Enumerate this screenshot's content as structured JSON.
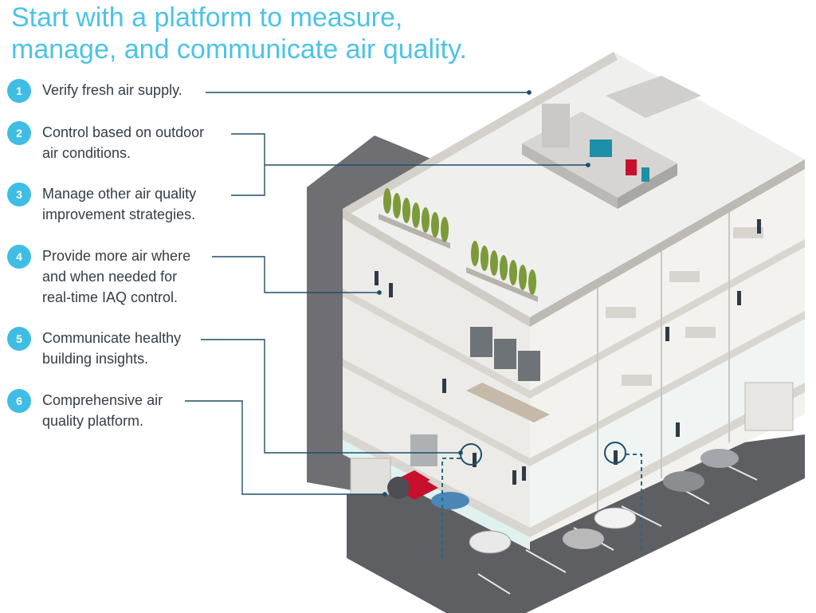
{
  "title": {
    "line1": "Start with a platform to measure,",
    "line2": "manage, and communicate air quality."
  },
  "steps": [
    {
      "number": "1",
      "lines": [
        "Verify fresh air supply."
      ]
    },
    {
      "number": "2",
      "lines": [
        "Control based on outdoor",
        "air conditions."
      ]
    },
    {
      "number": "3",
      "lines": [
        "Manage other air quality",
        "improvement strategies."
      ]
    },
    {
      "number": "4",
      "lines": [
        "Provide more air where",
        "and when needed for",
        "real-time IAQ control."
      ]
    },
    {
      "number": "5",
      "lines": [
        "Communicate healthy",
        "building insights."
      ]
    },
    {
      "number": "6",
      "lines": [
        "Comprehensive air",
        "quality platform."
      ]
    }
  ],
  "colors": {
    "accent": "#3fbde4",
    "title": "#4cc3e6",
    "text": "#333d47",
    "leader_line": "#1f4f6a",
    "roof": "#efefee",
    "wall_dark": "#6f6f73",
    "floor_slab": "#d9d6d0",
    "asphalt": "#5d5f63",
    "glass": "#dff2f0",
    "plant": "#7d9a3b",
    "ahu_red": "#c8102e",
    "ahu_teal": "#1d8fa8"
  },
  "icons": [
    "air-handling-unit-icon",
    "shrub-planter-icon",
    "office-person-icon",
    "parked-car-icon",
    "desk-workstation-icon",
    "iaq-sensor-icon"
  ]
}
